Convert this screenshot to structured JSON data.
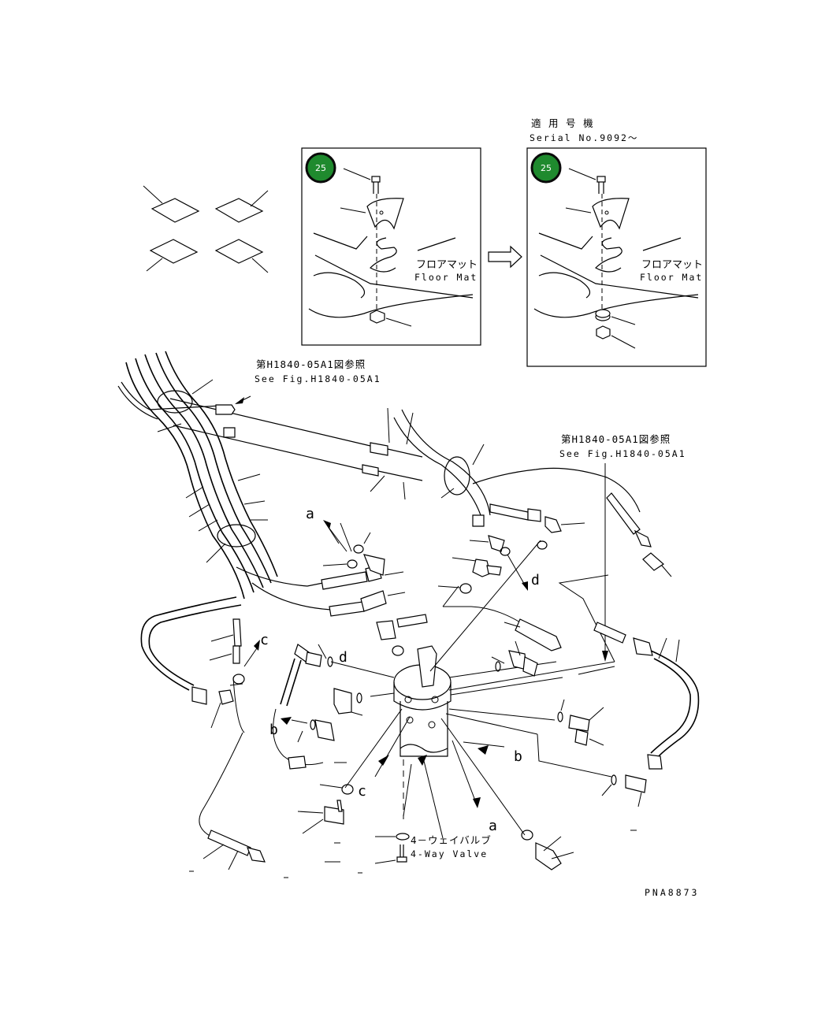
{
  "detail_left": {
    "badge": "25",
    "floor_mat_jp": "フロアマット",
    "floor_mat_en": "Floor Mat"
  },
  "detail_right": {
    "applicable_jp": "適 用 号 機",
    "serial": "Serial No.9092～",
    "badge": "25",
    "floor_mat_jp": "フロアマット",
    "floor_mat_en": "Floor Mat"
  },
  "refs": [
    {
      "jp": "第H1840-05A1図参照",
      "en": "See Fig.H1840-05A1"
    },
    {
      "jp": "第H1840-05A1図参照",
      "en": "See Fig.H1840-05A1"
    }
  ],
  "letters": {
    "a1": "a",
    "a2": "a",
    "b1": "b",
    "b2": "b",
    "c1": "c",
    "c2": "c",
    "d1": "d",
    "d2": "d"
  },
  "valve": {
    "jp": "4－ウェイバルブ",
    "en": "4-Way Valve"
  },
  "figure_code": "PNA8873"
}
